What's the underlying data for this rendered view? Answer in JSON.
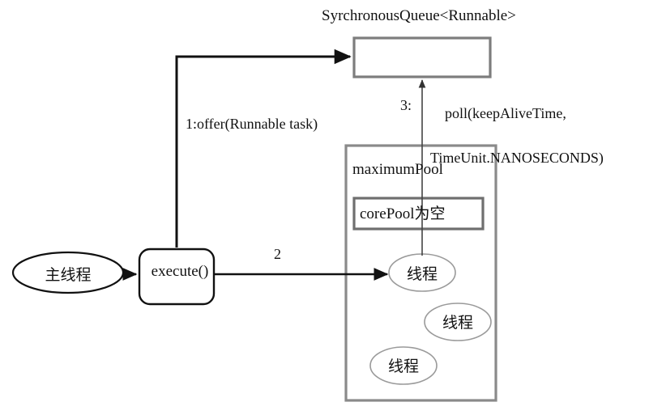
{
  "diagram": {
    "title": "SyrchronousQueue<Runnable> thread pool execution flow",
    "queue": {
      "title": "SyrchronousQueue<Runnable>",
      "box_name": "synchronous-queue-box"
    },
    "edges": {
      "offer": "1:offer(Runnable task)",
      "step2": "2",
      "poll_step": "3:",
      "poll_call_line1": "poll(keepAliveTime,",
      "poll_call_line2": "TimeUnit.NANOSECONDS)"
    },
    "pool": {
      "label": "maximumPool",
      "core_label": "corePool为空"
    },
    "nodes": {
      "main_thread": "主线程",
      "execute": "execute()",
      "thread_1": "线程",
      "thread_2": "线程",
      "thread_3": "线程"
    },
    "colors": {
      "stroke_dark": "#111111",
      "stroke_gray": "#808080",
      "stroke_thin": "#555555",
      "background": "#ffffff",
      "text": "#111111"
    }
  }
}
